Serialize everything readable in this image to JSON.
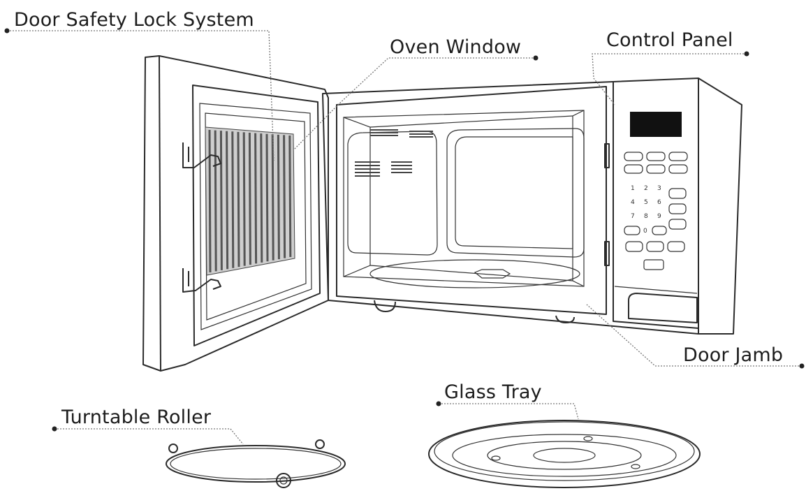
{
  "labels": {
    "door_safety_lock": "Door Safety Lock System",
    "oven_window": "Oven Window",
    "control_panel": "Control Panel",
    "door_jamb": "Door Jamb",
    "glass_tray": "Glass Tray",
    "turntable_roller": "Turntable Roller"
  }
}
